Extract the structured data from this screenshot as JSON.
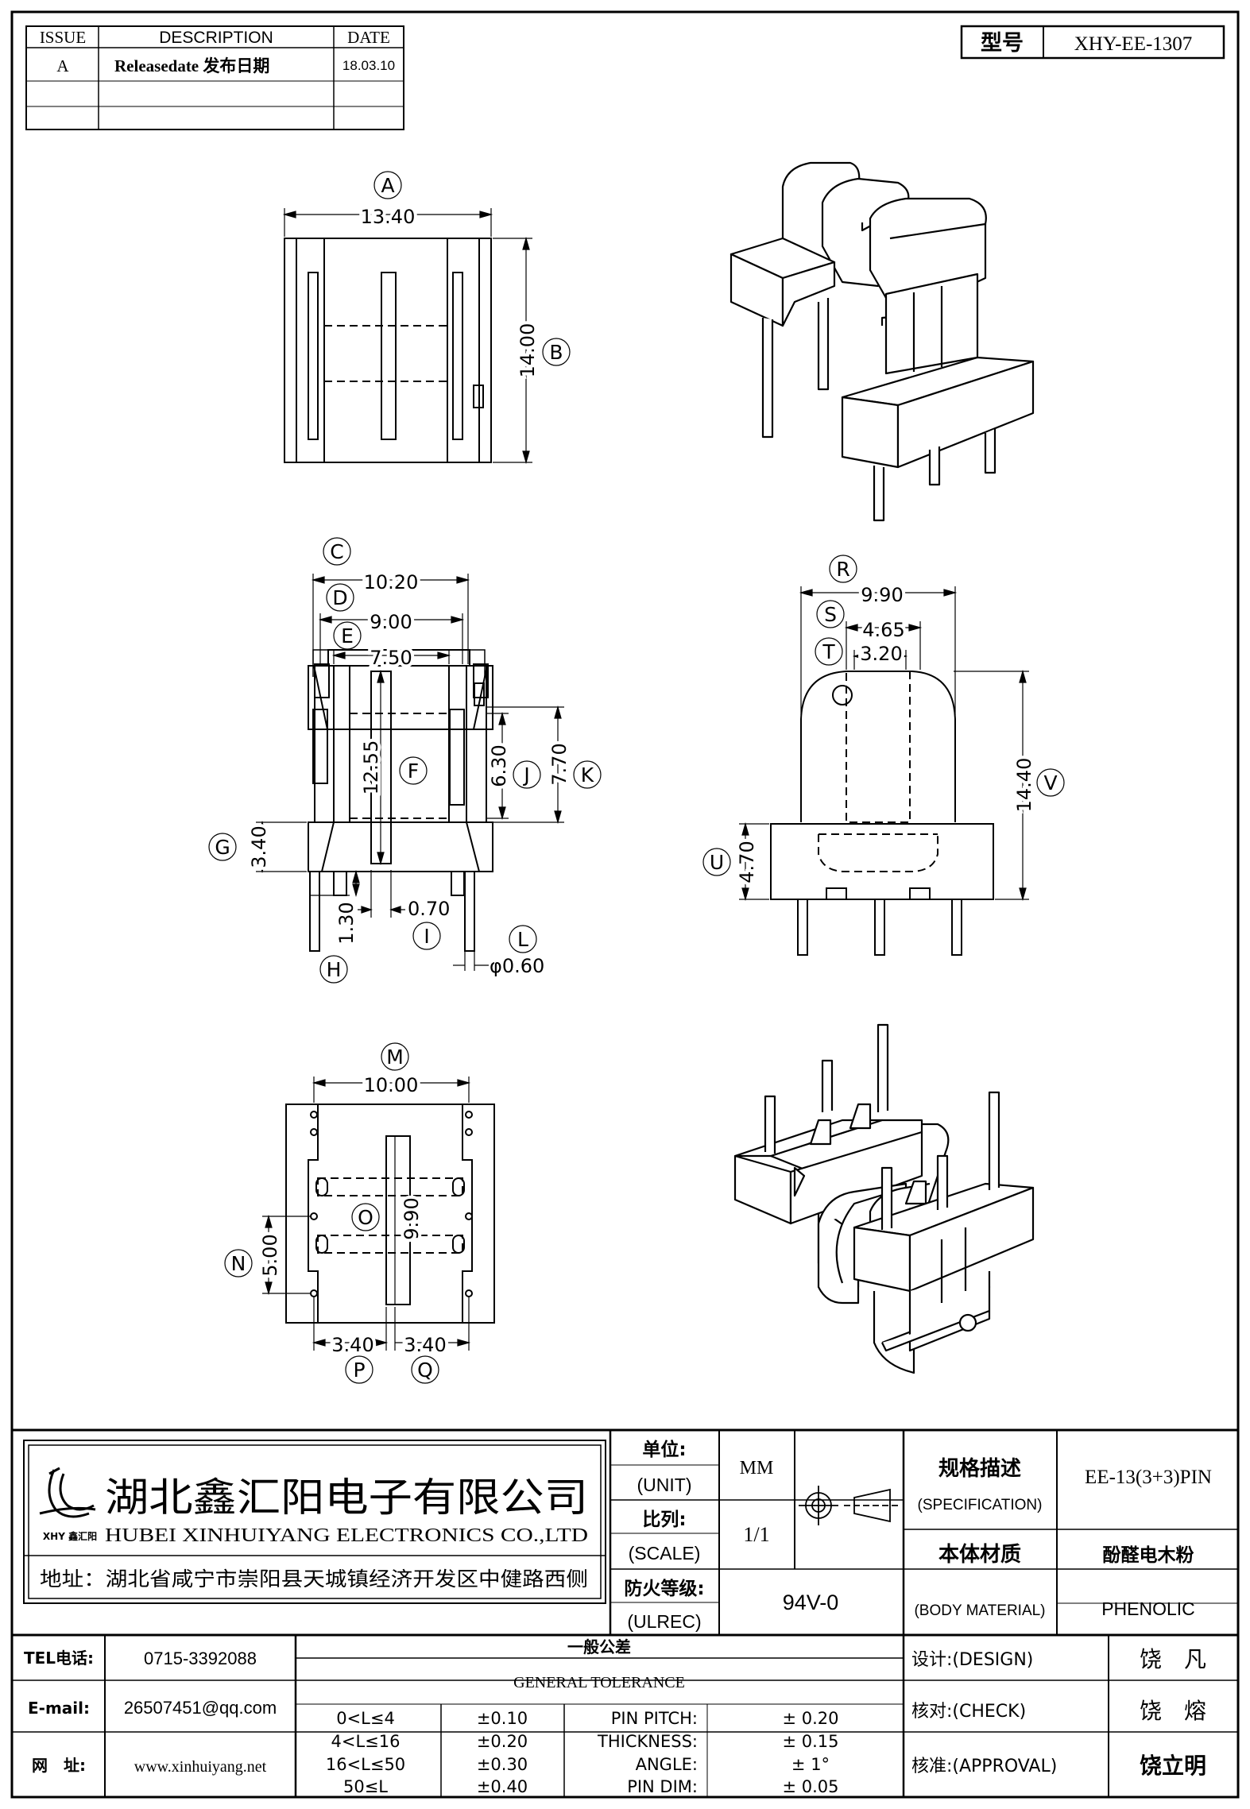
{
  "revision_table": {
    "headers": {
      "issue": "ISSUE",
      "description": "DESCRIPTION",
      "date": "DATE"
    },
    "rows": [
      {
        "issue": "A",
        "description": "Releasedate 发布日期",
        "date": "18.03.10"
      }
    ]
  },
  "model": {
    "label": "型号",
    "value": "XHY-EE-1307"
  },
  "views": {
    "top": {
      "balloons": {
        "a": "A",
        "b": "B"
      },
      "dims": {
        "a": "13.40",
        "b": "14.00"
      }
    },
    "front": {
      "balloons": {
        "c": "C",
        "d": "D",
        "e": "E",
        "f": "F",
        "g": "G",
        "h": "H",
        "i": "I",
        "j": "J",
        "k": "K",
        "l": "L"
      },
      "dims": {
        "c": "10.20",
        "d": "9.00",
        "e": "7.50",
        "f": "12.55",
        "g": "3.40",
        "h": "1.30",
        "i": "0.70",
        "j": "6.30",
        "k": "7.70",
        "l": "φ0.60"
      }
    },
    "side": {
      "balloons": {
        "r": "R",
        "s": "S",
        "t": "T",
        "u": "U",
        "v": "V"
      },
      "dims": {
        "r": "9.90",
        "s": "4.65",
        "t": "3.20",
        "u": "4.70",
        "v": "14.40"
      }
    },
    "bottom": {
      "balloons": {
        "m": "M",
        "n": "N",
        "o": "O",
        "p": "P",
        "q": "Q"
      },
      "dims": {
        "m": "10.00",
        "n": "5.00",
        "o": "9.90",
        "p": "3.40",
        "q": "3.40"
      }
    }
  },
  "title_block": {
    "company_cn": "湖北鑫汇阳电子有限公司",
    "company_en": "HUBEI XINHUIYANG ELECTRONICS CO.,LTD",
    "logo_text": "XHY 鑫汇阳",
    "address": "地址：湖北省咸宁市崇阳县天城镇经济开发区中健路西侧",
    "unit_label": "单位:",
    "unit_label_en": "(UNIT)",
    "unit_value": "MM",
    "scale_label": "比列:",
    "scale_label_en": "(SCALE)",
    "scale_value": "1/1",
    "fire_label": "防火等级:",
    "fire_label_en": "(ULREC)",
    "fire_value": "94V-0",
    "spec_label": "规格描述",
    "spec_label_en": "(SPECIFICATION)",
    "spec_value": "EE-13(3+3)PIN",
    "material_label": "本体材质",
    "material_label_en": "(BODY MATERIAL)",
    "material_value_cn": "酚醛电木粉",
    "material_value_en": "PHENOLIC",
    "tel_label": "TEL电话:",
    "tel_value": "0715-3392088",
    "email_label": "E-mail:",
    "email_value": "26507451@qq.com",
    "web_label": "网　址:",
    "web_value": "www.xinhuiyang.net",
    "tolerance_title_cn": "一般公差",
    "tolerance_title_en": "GENERAL TOLERANCE",
    "tolerances": [
      {
        "range": "0<L≤4",
        "tol": "±0.10",
        "item": "PIN PITCH:",
        "value": "± 0.20"
      },
      {
        "range": "4<L≤16",
        "tol": "±0.20",
        "item": "THICKNESS:",
        "value": "± 0.15"
      },
      {
        "range": "16<L≤50",
        "tol": "±0.30",
        "item": "ANGLE:",
        "value": "± 1°"
      },
      {
        "range": "50≤L",
        "tol": "±0.40",
        "item": "PIN DIM:",
        "value": "± 0.05"
      }
    ],
    "design_label": "设计:(DESIGN)",
    "design_value": "饶　凡",
    "check_label": "核对:(CHECK)",
    "check_value": "饶　熔",
    "approval_label": "核准:(APPROVAL)",
    "approval_value": "饶立明"
  }
}
